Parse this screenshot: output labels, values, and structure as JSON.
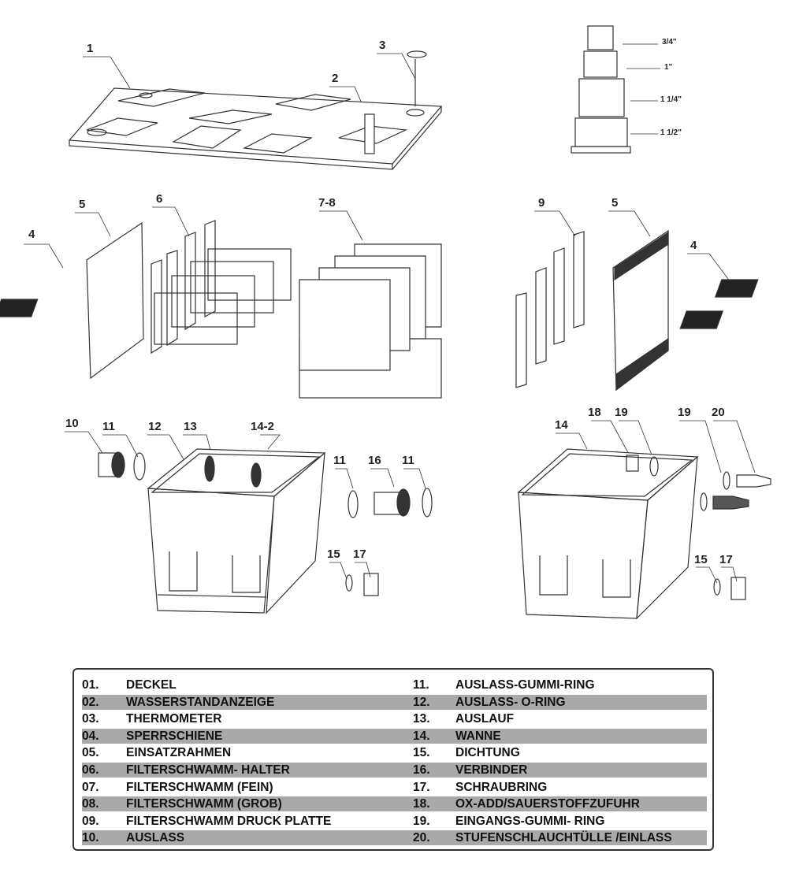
{
  "callouts": [
    "1",
    "2",
    "3",
    "4",
    "5",
    "6",
    "7-8",
    "9",
    "5",
    "4",
    "10",
    "11",
    "12",
    "13",
    "14-2",
    "11",
    "16",
    "11",
    "15",
    "17",
    "14",
    "18",
    "19",
    "19",
    "20",
    "15",
    "17"
  ],
  "hose_sizes": [
    "3/4\"",
    "1\"",
    "1 1/4\"",
    "1 1/2\""
  ],
  "parts_left": [
    {
      "num": "01.",
      "name": "DECKEL"
    },
    {
      "num": "02.",
      "name": "WASSERSTANDANZEIGE"
    },
    {
      "num": "03.",
      "name": "THERMOMETER"
    },
    {
      "num": "04.",
      "name": "SPERRSCHIENE"
    },
    {
      "num": "05.",
      "name": "EINSATZRAHMEN"
    },
    {
      "num": "06.",
      "name": "FILTERSCHWAMM- HALTER"
    },
    {
      "num": "07.",
      "name": "FILTERSCHWAMM (FEIN)"
    },
    {
      "num": "08.",
      "name": "FILTERSCHWAMM (GROB)"
    },
    {
      "num": "09.",
      "name": "FILTERSCHWAMM DRUCK PLATTE"
    },
    {
      "num": "10.",
      "name": "AUSLASS"
    }
  ],
  "parts_right": [
    {
      "num": "11.",
      "name": "AUSLASS-GUMMI-RING"
    },
    {
      "num": "12.",
      "name": "AUSLASS- O-RING"
    },
    {
      "num": "13.",
      "name": "AUSLAUF"
    },
    {
      "num": "14.",
      "name": "WANNE"
    },
    {
      "num": "15.",
      "name": "DICHTUNG"
    },
    {
      "num": "16.",
      "name": "VERBINDER"
    },
    {
      "num": "17.",
      "name": "SCHRAUBRING"
    },
    {
      "num": "18.",
      "name": "OX-ADD/SAUERSTOFFZUFUHR"
    },
    {
      "num": "19.",
      "name": "EINGANGS-GUMMI- RING"
    },
    {
      "num": "20.",
      "name": "STUFENSCHLAUCHTÜLLE /EINLASS"
    }
  ],
  "colors": {
    "stripe": "#a9a9a9",
    "line": "#333333"
  }
}
